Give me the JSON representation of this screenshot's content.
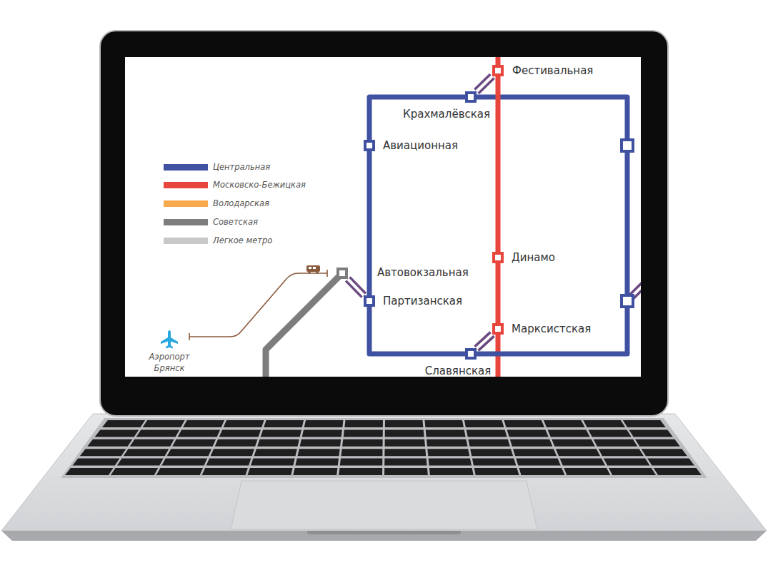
{
  "diagram": {
    "nodes": [
      {
        "text": [
          "Фестивальная"
        ]
      },
      {
        "text": [
          "Крахмалёвская"
        ]
      },
      {
        "text": [
          "Авиационная"
        ]
      },
      {
        "text": [
          "Динамо"
        ]
      },
      {
        "text": [
          "Автовокзальная"
        ]
      },
      {
        "text": [
          "Партизанская"
        ]
      },
      {
        "text": [
          "Марксистская"
        ]
      },
      {
        "text": [
          "Славянская"
        ]
      }
    ],
    "edges": [
      {
        "from": 0,
        "to": 1,
        "arrow": "none"
      },
      {
        "from": 1,
        "to": 2,
        "arrow": "none"
      },
      {
        "from": 2,
        "to": 5,
        "arrow": "none"
      },
      {
        "from": 5,
        "to": 7,
        "arrow": "none"
      },
      {
        "from": 0,
        "to": 3,
        "arrow": "none"
      },
      {
        "from": 3,
        "to": 6,
        "arrow": "none"
      },
      {
        "from": 4,
        "to": 5,
        "arrow": "none"
      },
      {
        "from": 6,
        "to": 7,
        "arrow": "none"
      }
    ],
    "labels": [
      "Аэропорт Брянск"
    ],
    "legend": [
      {
        "text": "Центральная",
        "color": "#3f51a0"
      },
      {
        "text": "Московско-Бежицкая",
        "color": "#e8453c"
      },
      {
        "text": "Володарская",
        "color": "#f7a94b"
      },
      {
        "text": "Советская",
        "color": "#7d7d7d"
      },
      {
        "text": "Легкое метро",
        "color": "#c8c8c8"
      }
    ]
  }
}
